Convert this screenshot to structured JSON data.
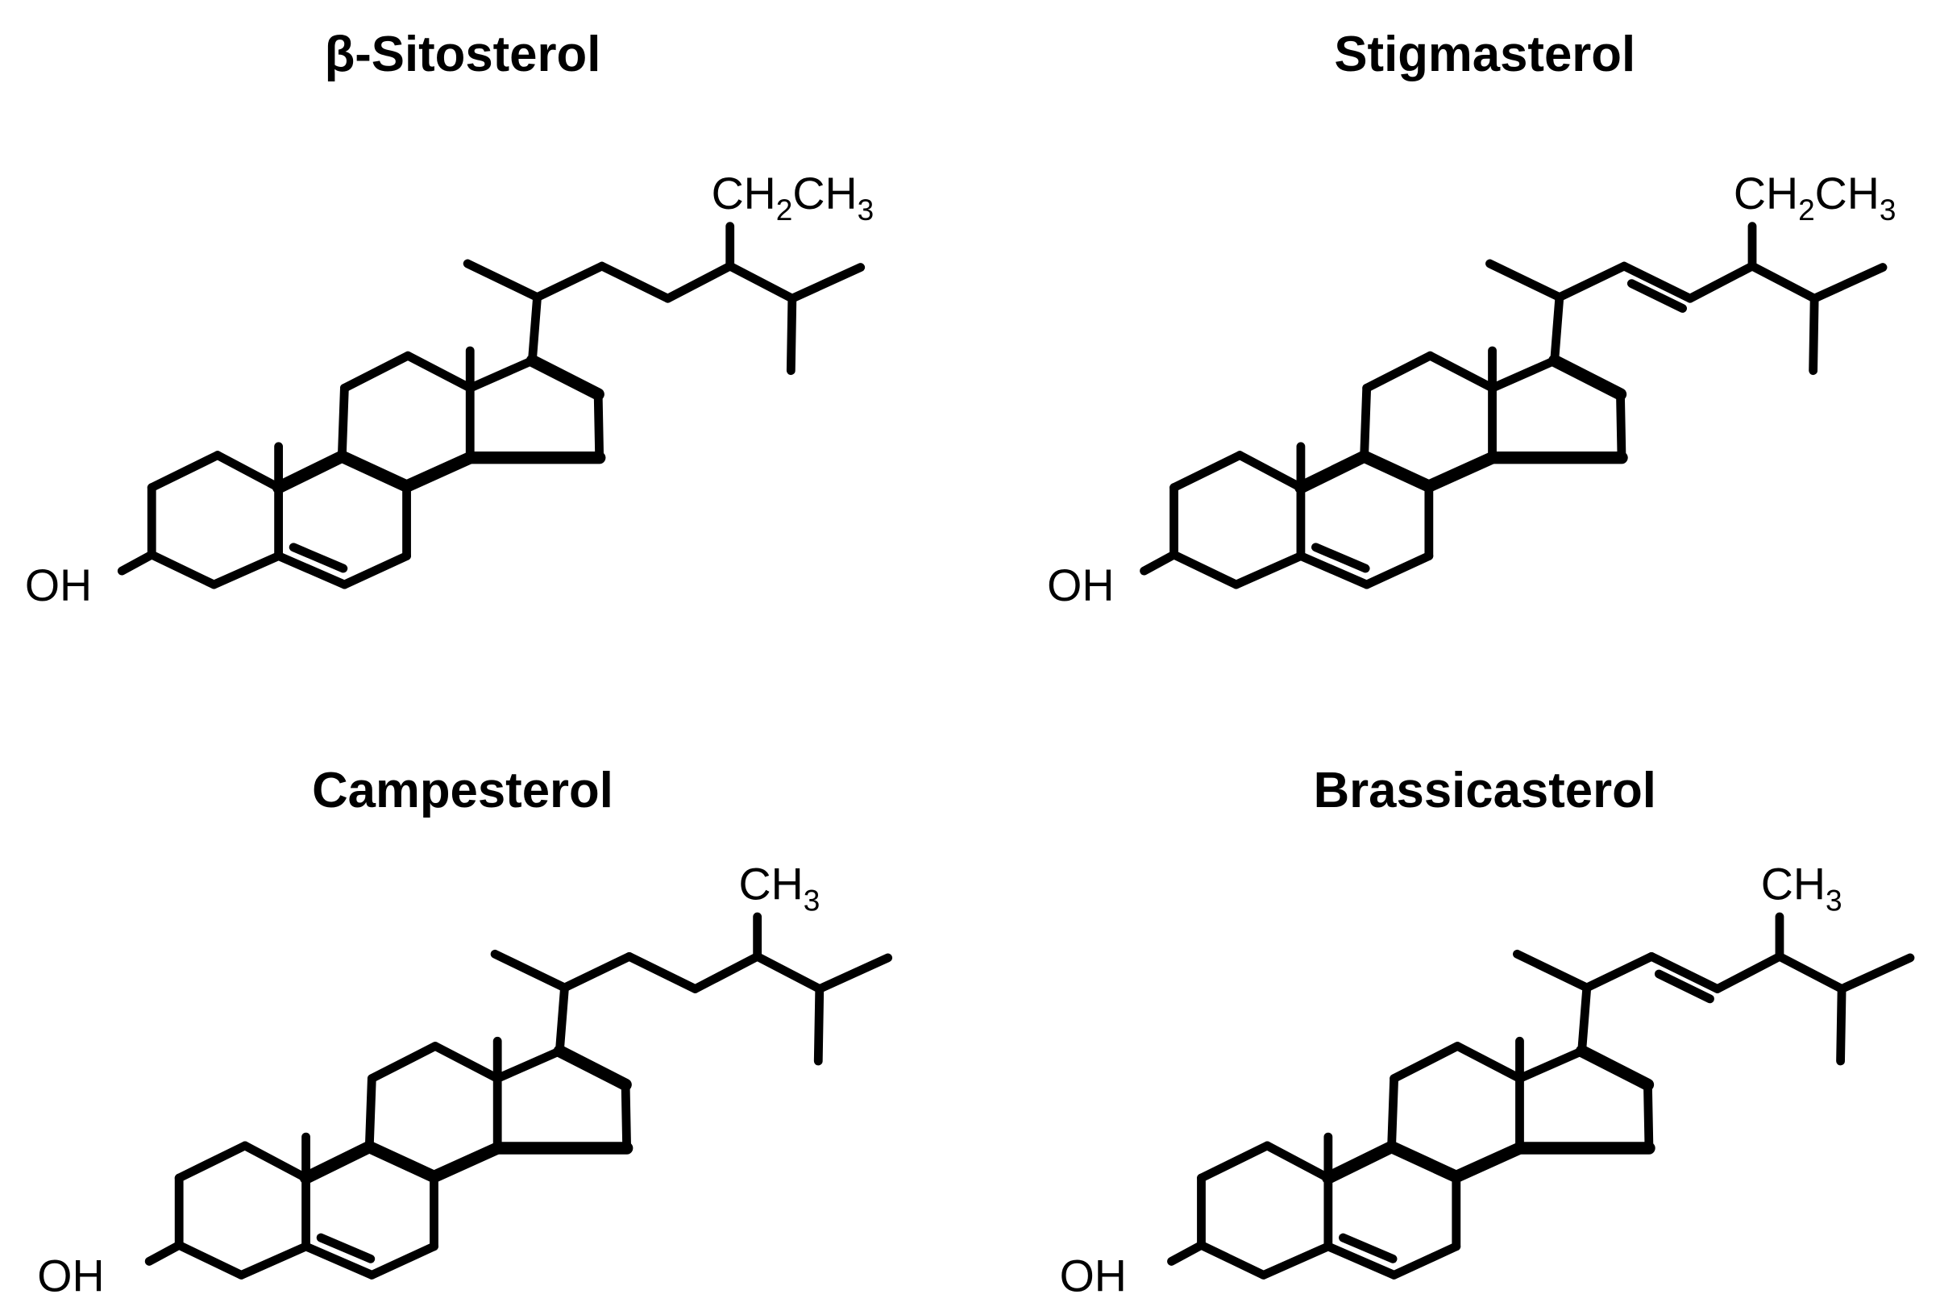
{
  "molecules": [
    {
      "name": "β-Sitosterol",
      "hydroxyl_label": "OH",
      "side_chain_label": {
        "base": "CH",
        "sub1": "2",
        "mid": "CH",
        "sub2": "3"
      },
      "side_chain_double_bond": false
    },
    {
      "name": "Stigmasterol",
      "hydroxyl_label": "OH",
      "side_chain_label": {
        "base": "CH",
        "sub1": "2",
        "mid": "CH",
        "sub2": "3"
      },
      "side_chain_double_bond": true
    },
    {
      "name": "Campesterol",
      "hydroxyl_label": "OH",
      "side_chain_label": {
        "base": "CH",
        "sub1": "",
        "mid": "",
        "sub2": "3"
      },
      "side_chain_double_bond": false
    },
    {
      "name": "Brassicasterol",
      "hydroxyl_label": "OH",
      "side_chain_label": {
        "base": "CH",
        "sub1": "",
        "mid": "",
        "sub2": "3"
      },
      "side_chain_double_bond": true
    }
  ]
}
